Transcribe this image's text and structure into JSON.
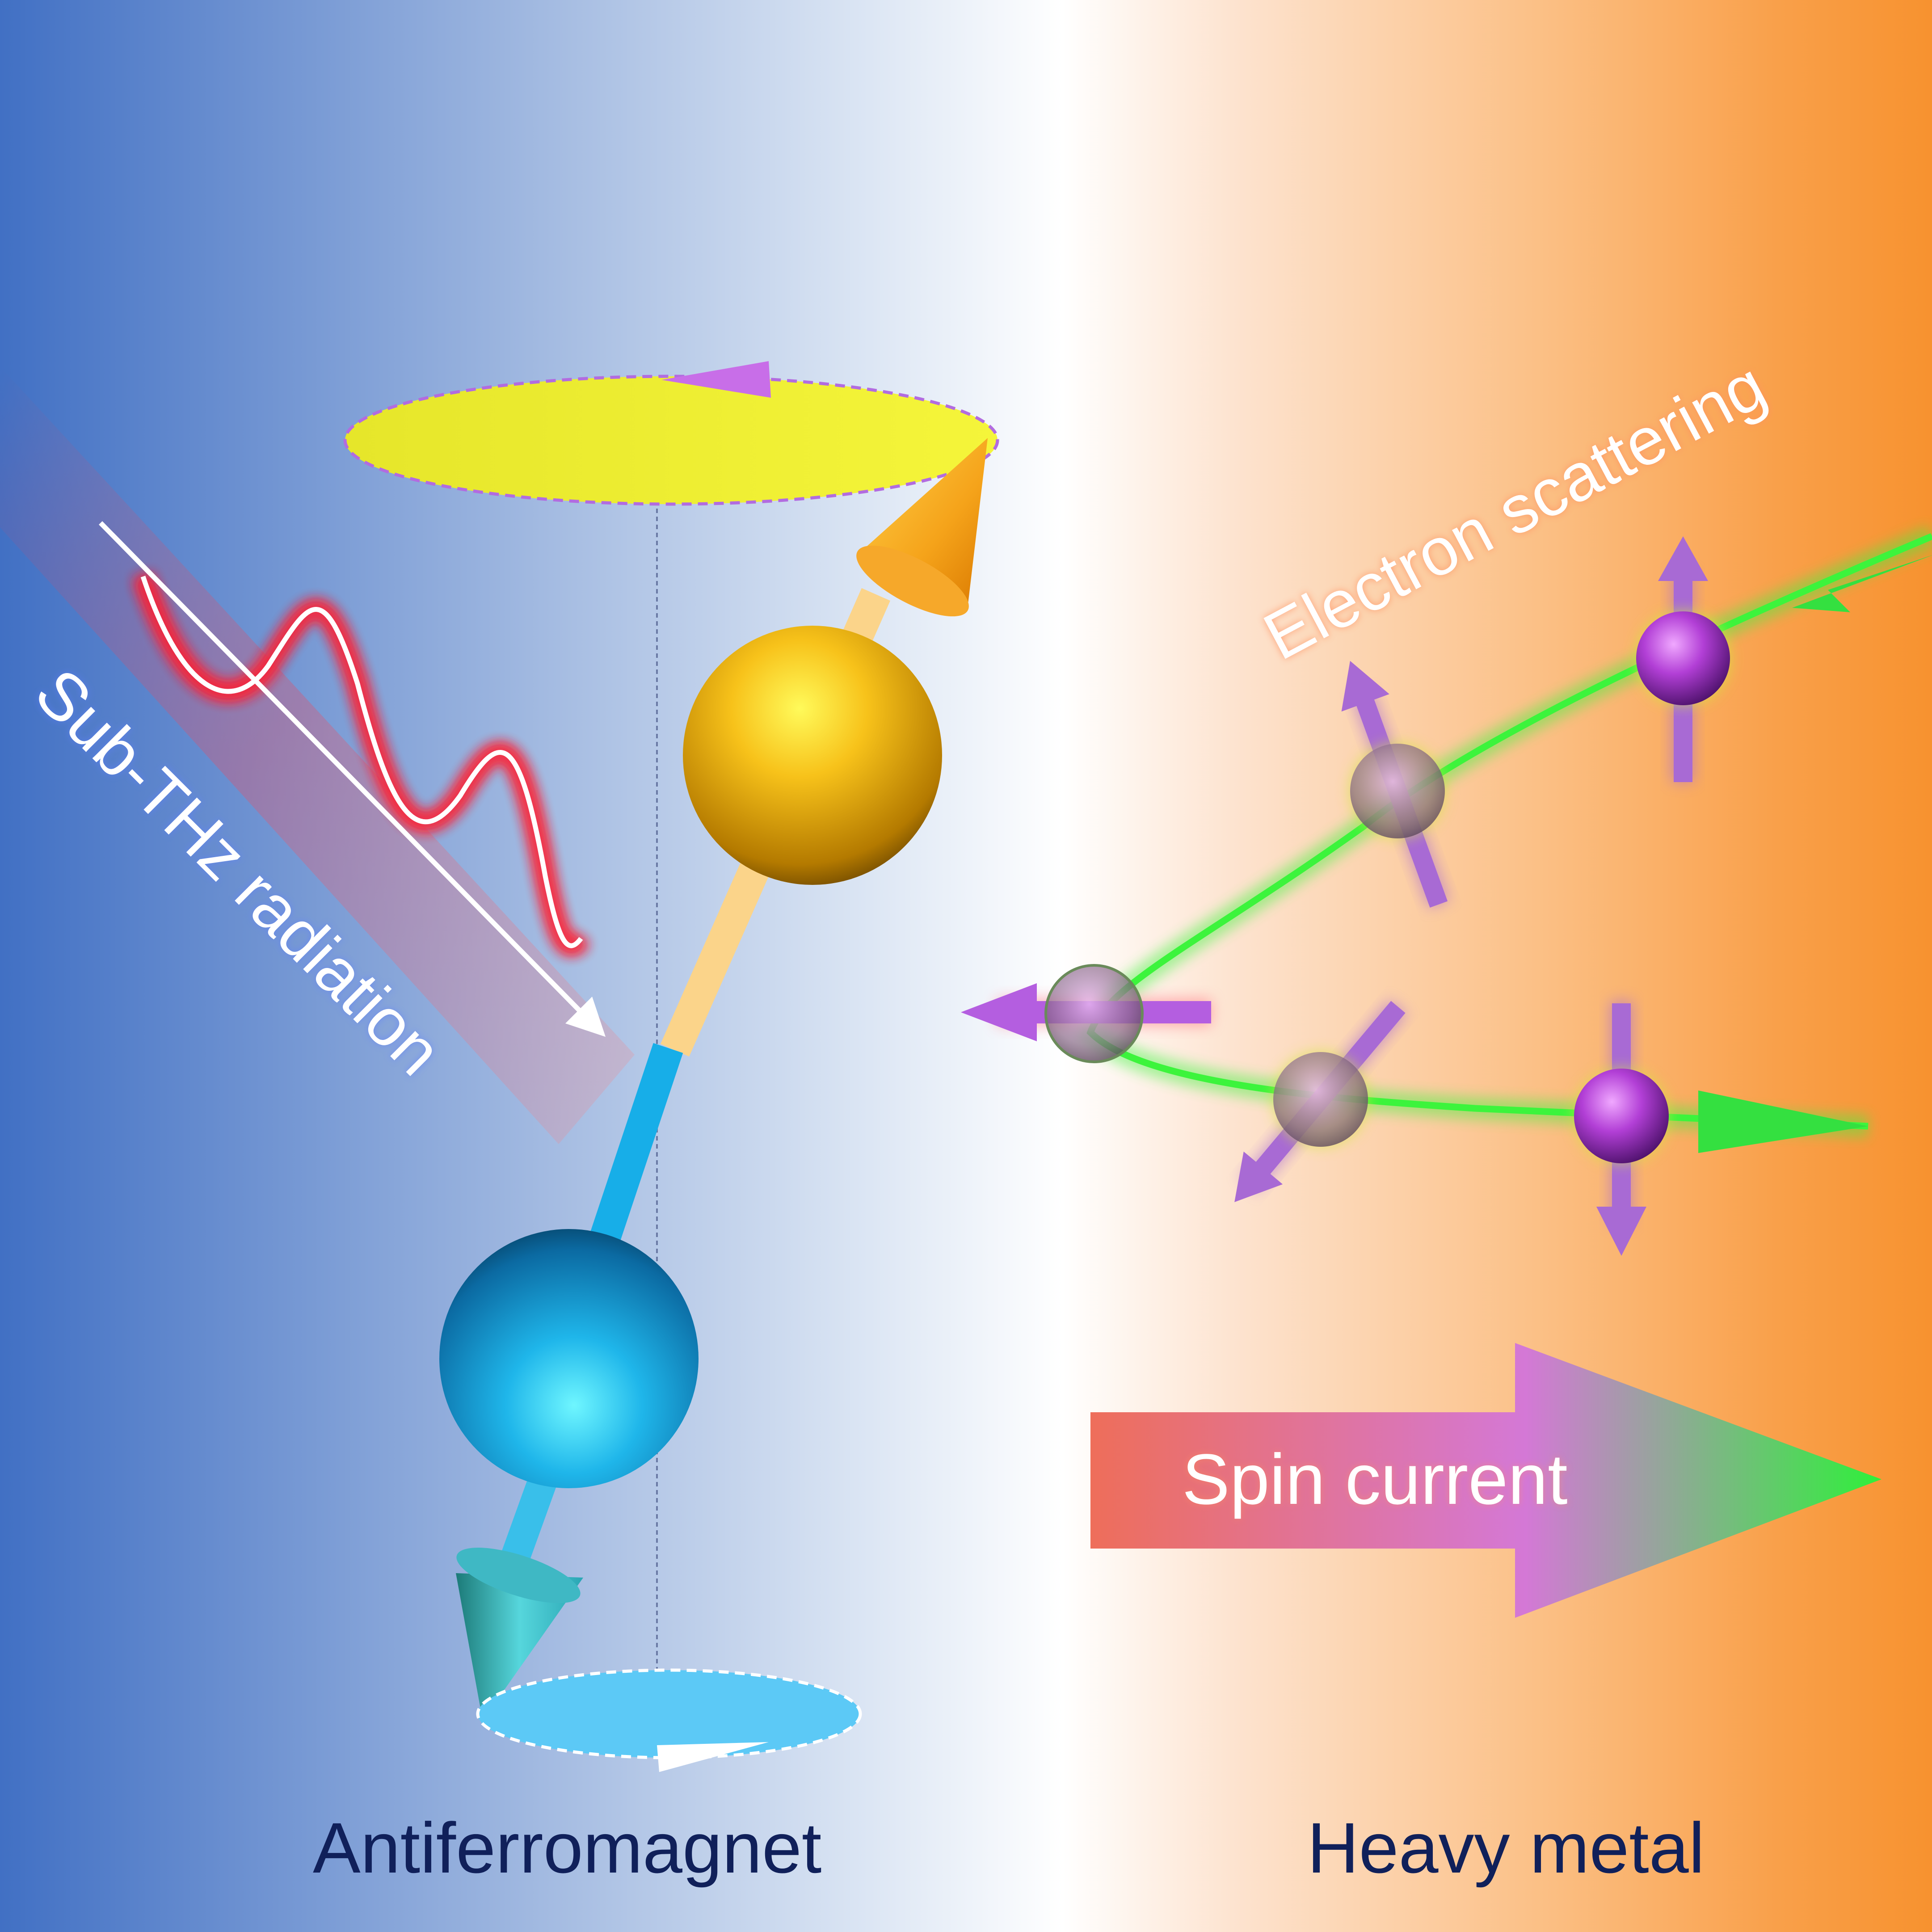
{
  "labels": {
    "left_region": "Antiferromagnet",
    "right_region": "Heavy metal",
    "radiation": "Sub-THz radiation",
    "scattering": "Electron scattering",
    "current": "Spin current"
  },
  "colors": {
    "background_left": "#4170c4",
    "background_right": "#f7922f",
    "upper_sublattice": "#f2b21e",
    "lower_sublattice": "#17aee8",
    "electron": "#b23fd6",
    "electron_path": "#3cf43c",
    "radiation": "#ffffff",
    "radiation_glow": "#ff3040",
    "region_label": "#10205a"
  },
  "icons": [
    "precession-cone-top",
    "precession-cone-bottom",
    "spin-sphere-gold",
    "spin-sphere-blue",
    "wave-arrow",
    "electron-sphere",
    "spin-arrow",
    "big-gradient-arrow"
  ]
}
